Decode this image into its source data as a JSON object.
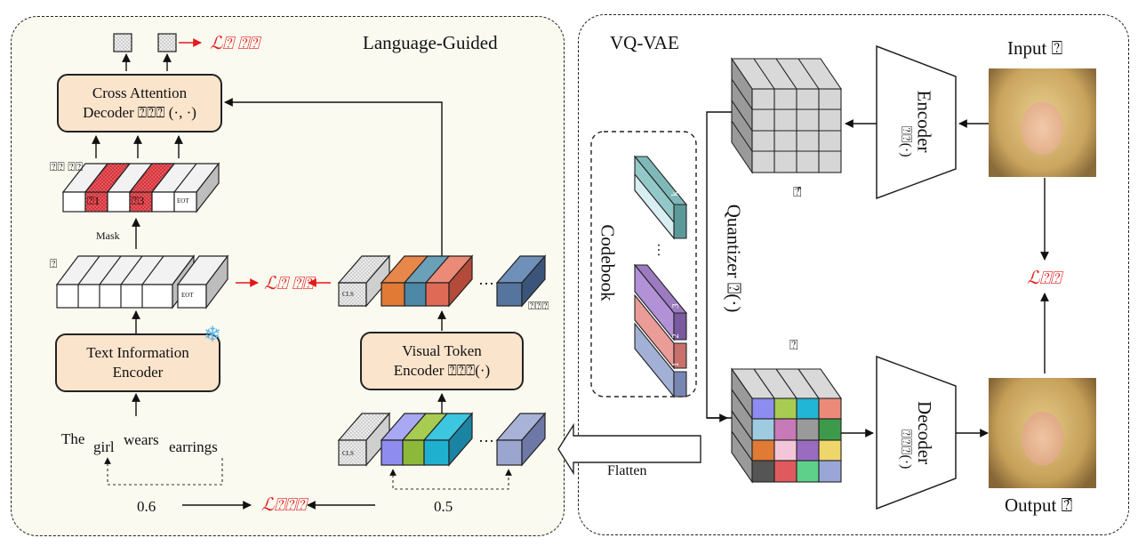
{
  "left_panel": {
    "title": "Language-Guided",
    "cross_attention_decoder": {
      "line1": "Cross Attention",
      "line2": "Decoder ⍰⍰⍰ (·, ·)"
    },
    "text_encoder": {
      "line1": "Text Information",
      "line2": "Encoder"
    },
    "visual_encoder": {
      "line1": "Visual Token",
      "line2": "Encoder ⍰⍰⍰(·)"
    },
    "top_loss": "ℒ⍰ ⍰⍰",
    "mid_loss": "ℒ⍰ ⍰⍰",
    "bottom_loss": "ℒ⍰⍰⍰",
    "masked_label": "⍰⍰ ⍰⍰",
    "token_row_label": "⍰",
    "mask_label": "Mask",
    "masked_tokens": [
      "⍰1",
      "⍰3"
    ],
    "eot_label": "EOT",
    "cls_label": "CLS",
    "visual_row_label": "⍰⍰⍰",
    "caption_words": [
      "The",
      "girl",
      "wears",
      "earrings"
    ],
    "text_score": "0.6",
    "visual_score": "0.5",
    "ellipsis": "…"
  },
  "right_panel": {
    "title": "VQ-VAE",
    "codebook_label": "Codebook",
    "codebook_indices": [
      "k",
      "3",
      "2",
      "1"
    ],
    "quantizer_label": "Quantizer ⍰(·)",
    "encoder_label": "Encoder",
    "encoder_fn": "⍰⍰(·)",
    "decoder_label": "Decoder",
    "decoder_fn": "⍰⍰⍰(·)",
    "z_hat_label": "⍰̂",
    "z_label": "⍰",
    "input_label": "Input ⍰",
    "output_label": "Output ⍰̂",
    "rec_loss": "ℒ⍰⍰",
    "flatten_label": "Flatten"
  }
}
